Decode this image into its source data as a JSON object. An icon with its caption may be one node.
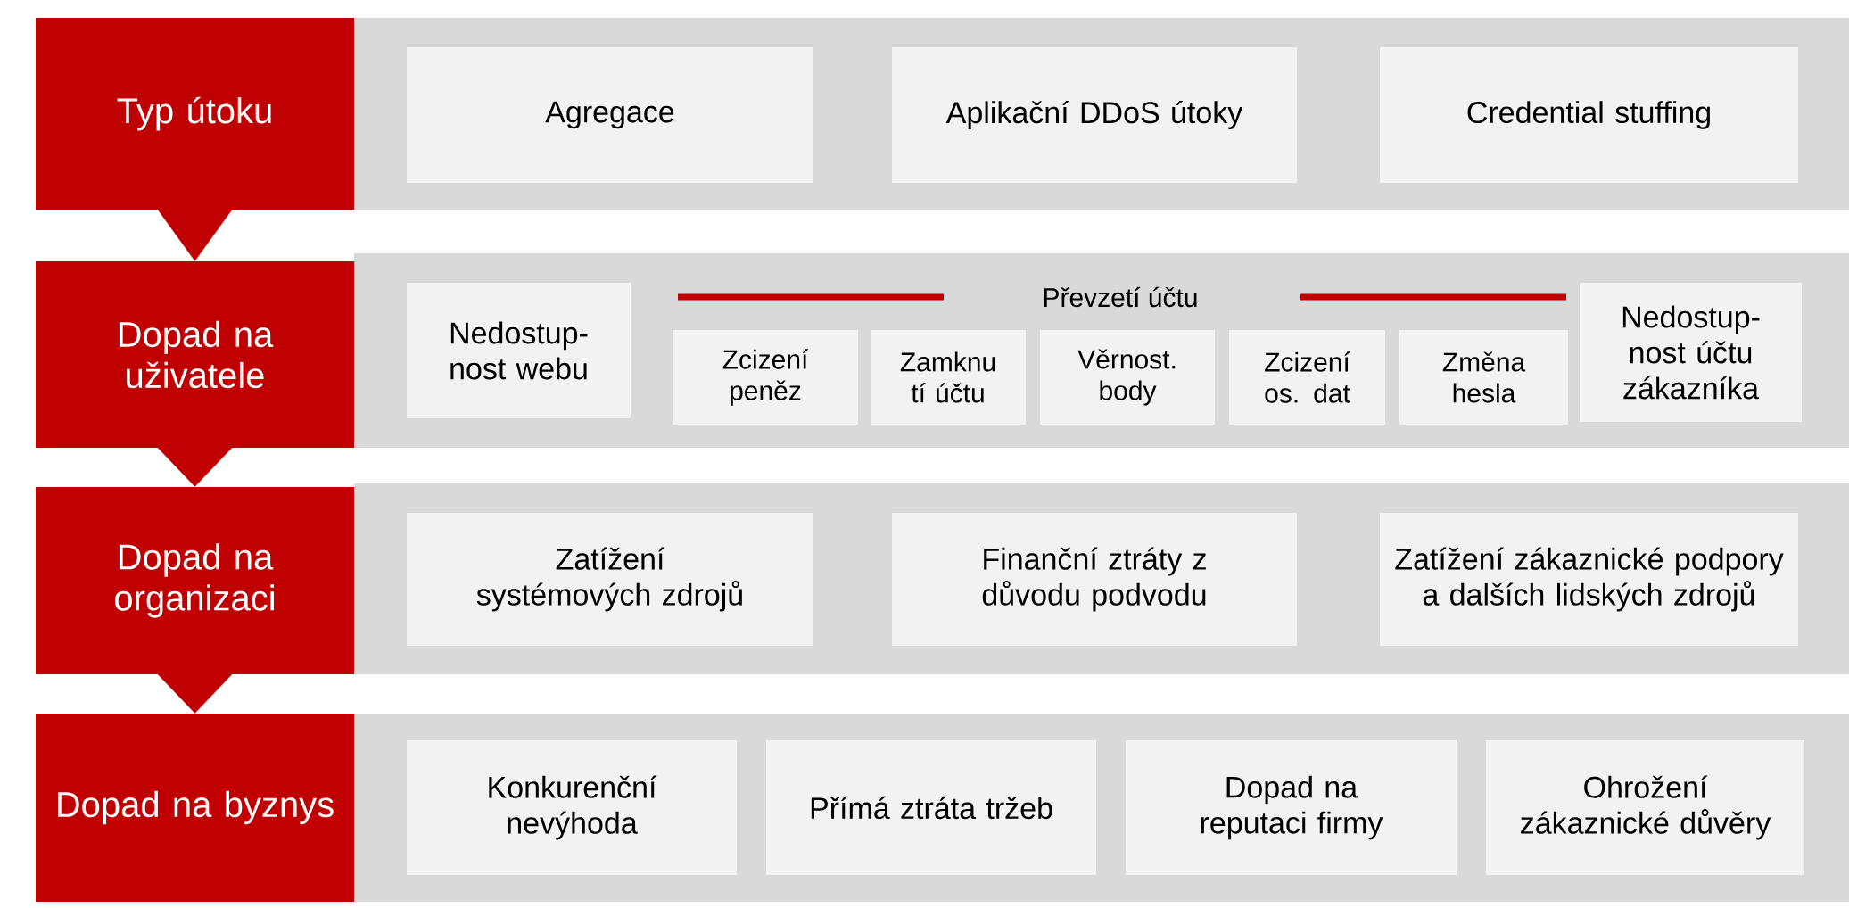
{
  "diagram": {
    "nodes": [
      {
        "text": [
          "Typ útoku"
        ]
      },
      {
        "text": [
          "Agregace"
        ]
      },
      {
        "text": [
          "Aplikační DDoS útoky"
        ]
      },
      {
        "text": [
          "Credential stuffing"
        ]
      },
      {
        "text": [
          "Dopad na uživatele"
        ]
      },
      {
        "text": [
          "Nedostup-nost webu"
        ]
      },
      {
        "text": [
          "Zcizení peněz"
        ]
      },
      {
        "text": [
          "Zamknu tí účtu"
        ]
      },
      {
        "text": [
          "Věrnost. body"
        ]
      },
      {
        "text": [
          "Zcizení os. dat"
        ]
      },
      {
        "text": [
          "Změna hesla"
        ]
      },
      {
        "text": [
          "Nedostup-nost účtu zákazníka"
        ]
      },
      {
        "text": [
          "Dopad na organizaci"
        ]
      },
      {
        "text": [
          "Zatížení systémových zdrojů"
        ]
      },
      {
        "text": [
          "Finanční ztráty z důvodu podvodu"
        ]
      },
      {
        "text": [
          "Zatížení zákaznické podpory a dalších lidských zdrojů"
        ]
      },
      {
        "text": [
          "Dopad na byznys"
        ]
      },
      {
        "text": [
          "Konkurenční nevýhoda"
        ]
      },
      {
        "text": [
          "Přímá ztráta tržeb"
        ]
      },
      {
        "text": [
          "Dopad na reputaci firmy"
        ]
      },
      {
        "text": [
          "Ohrožení zákaznické důvěry"
        ]
      }
    ],
    "edges": [
      {
        "from": 0,
        "to": 4,
        "arrow": "to"
      },
      {
        "from": 4,
        "to": 12,
        "arrow": "to"
      },
      {
        "from": 12,
        "to": 16,
        "arrow": "to"
      }
    ],
    "labels": [
      "Převzetí účtu"
    ]
  }
}
